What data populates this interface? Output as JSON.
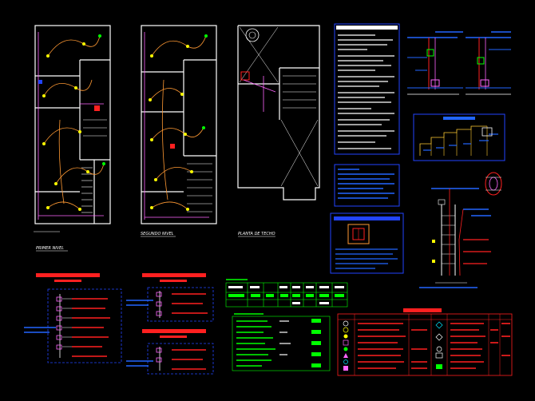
{
  "plan_titles": [
    "PRIMER NIVEL",
    "SEGUNDO NIVEL",
    "PLANTA DE TECHO"
  ],
  "colors": {
    "background": "#000000",
    "wall": "#ffffff",
    "circuit": "#ff9933",
    "neutral": "#ff66ff",
    "accent_red": "#ff2020",
    "accent_blue": "#2244ff",
    "accent_green": "#00ff00",
    "accent_yellow": "#ffff00",
    "accent_cyan": "#00e5ff"
  }
}
